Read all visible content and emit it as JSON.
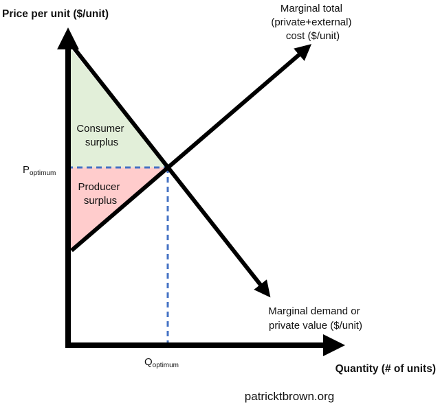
{
  "axes": {
    "y_label": "Price per unit ($/unit)",
    "x_label": "Quantity (# of units)"
  },
  "areas": {
    "consumer": {
      "line1": "Consumer",
      "line2": "surplus",
      "color": "#e2efd9"
    },
    "producer": {
      "line1": "Producer",
      "line2": "surplus",
      "color": "#ffcccc"
    }
  },
  "curves": {
    "supply": {
      "line1": "Marginal total",
      "line2": "(private+external)",
      "line3": "cost ($/unit)"
    },
    "demand": {
      "line1": "Marginal demand or",
      "line2": "private value ($/unit)"
    }
  },
  "equilibrium": {
    "price_main": "P",
    "price_sub": "optimum",
    "quantity_main": "Q",
    "quantity_sub": "optimum",
    "guide_color": "#4472c4"
  },
  "footer": {
    "credit": "patricktbrown.org"
  }
}
